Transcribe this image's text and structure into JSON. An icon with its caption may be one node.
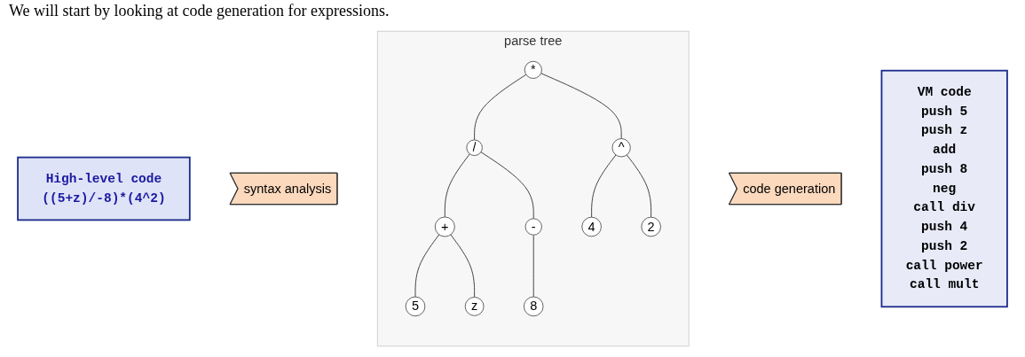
{
  "diagram": {
    "nodes": [
      {
        "text": [
          "High-level code",
          "((5+z)/-8)*(4^2)"
        ]
      },
      {
        "text": [
          "syntax analysis"
        ]
      },
      {
        "text": [
          "parse tree"
        ]
      },
      {
        "text": [
          "*"
        ],
        "in": 2
      },
      {
        "text": [
          "/"
        ],
        "in": 2
      },
      {
        "text": [
          "^"
        ],
        "in": 2
      },
      {
        "text": [
          "+"
        ],
        "in": 2
      },
      {
        "text": [
          "-"
        ],
        "in": 2
      },
      {
        "text": [
          "4"
        ],
        "in": 2
      },
      {
        "text": [
          "2"
        ],
        "in": 2
      },
      {
        "text": [
          "5"
        ],
        "in": 2
      },
      {
        "text": [
          "z"
        ],
        "in": 2
      },
      {
        "text": [
          "8"
        ],
        "in": 2
      },
      {
        "text": [
          "code generation"
        ]
      },
      {
        "text": [
          "VM code",
          "push 5",
          "push z",
          "add",
          "push 8",
          "neg",
          "call div",
          "push 4",
          "push 2",
          "call power",
          "call mult"
        ]
      }
    ],
    "edges": [
      {
        "from": 3,
        "to": 4,
        "arrow": "none"
      },
      {
        "from": 3,
        "to": 5,
        "arrow": "none"
      },
      {
        "from": 4,
        "to": 6,
        "arrow": "none"
      },
      {
        "from": 4,
        "to": 7,
        "arrow": "none"
      },
      {
        "from": 5,
        "to": 8,
        "arrow": "none"
      },
      {
        "from": 5,
        "to": 9,
        "arrow": "none"
      },
      {
        "from": 6,
        "to": 10,
        "arrow": "none"
      },
      {
        "from": 6,
        "to": 11,
        "arrow": "none"
      },
      {
        "from": 7,
        "to": 12,
        "arrow": "none"
      }
    ],
    "labels": [
      "We will start by looking at code generation for expressions."
    ]
  }
}
